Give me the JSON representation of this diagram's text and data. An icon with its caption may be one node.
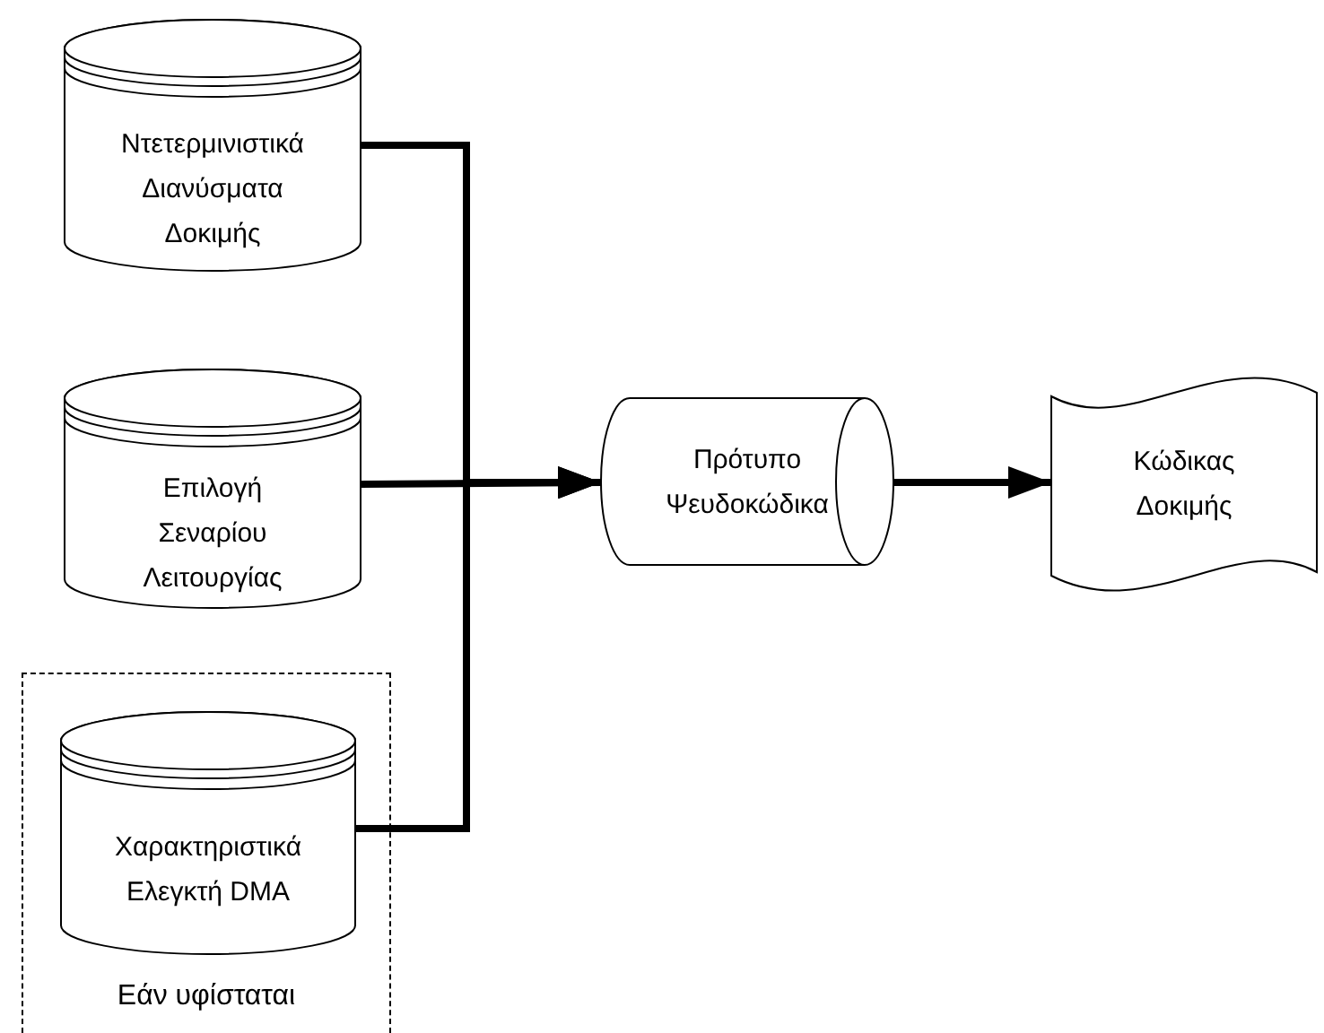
{
  "diagram": {
    "nodes": [
      {
        "text": [
          "Ντετερμινιστικά Διανύσματα Δοκιμής"
        ]
      },
      {
        "text": [
          "Επιλογή Σεναρίου Λειτουργίας"
        ]
      },
      {
        "text": [
          "Εάν υφίσταται"
        ]
      },
      {
        "text": [
          "Χαρακτηριστικά Ελεγκτή DMA"
        ],
        "in": 2
      },
      {
        "text": [
          "Πρότυπο Ψευδοκώδικα"
        ]
      },
      {
        "text": [
          "Κώδικας Δοκιμής"
        ]
      }
    ],
    "edges": [
      {
        "from": 0,
        "to": 4,
        "arrow": "to"
      },
      {
        "from": 1,
        "to": 4,
        "arrow": "to"
      },
      {
        "from": 3,
        "to": 4,
        "arrow": "to"
      },
      {
        "from": 4,
        "to": 5,
        "arrow": "to"
      }
    ]
  }
}
